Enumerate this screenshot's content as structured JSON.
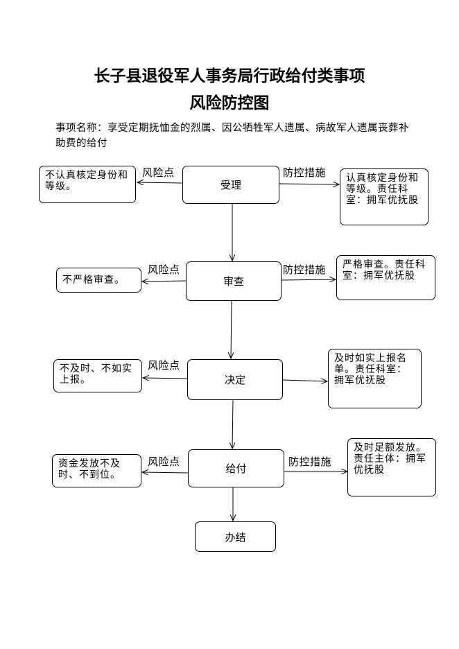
{
  "title": {
    "line1": "长子县退役军人事务局行政给付类事项",
    "line2": "风险防控图"
  },
  "item_name": "事项名称：享受定期抚恤金的烈属、因公牺牲军人遗属、病故军人遗属丧葬补助费的给付",
  "steps": [
    "受理",
    "审查",
    "决定",
    "给付",
    "办结"
  ],
  "risk_label": "风险点",
  "control_label": "防控措施",
  "risks": [
    "不认真核定身份和等级。",
    "不严格审查。",
    "不及时、不如实上报。",
    "资金发放不及时、不到位。"
  ],
  "controls": [
    "认真核定身份和等级。责任科室：拥军优抚股",
    "严格审查。责任科室：拥军优抚股",
    "及时如实上报名单。责任科室：拥军优抚股",
    "及时足额发放。责任主体：拥军优抚股"
  ]
}
